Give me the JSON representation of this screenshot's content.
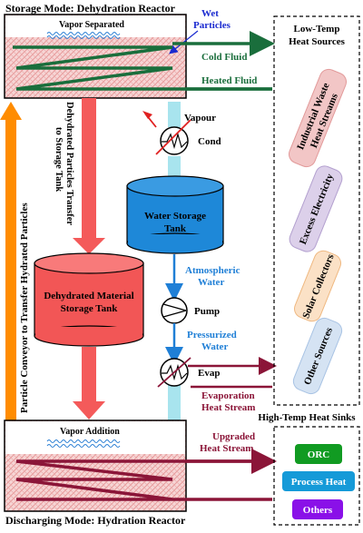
{
  "storage_reactor": {
    "title": "Storage Mode: Dehydration Reactor",
    "vapor_label": "Vapor Separated",
    "wet_particles_label_1": "Wet",
    "wet_particles_label_2": "Particles"
  },
  "hydration_reactor": {
    "title": "Discharging Mode: Hydration Reactor",
    "vapor_label": "Vapor Addition"
  },
  "fluids": {
    "cold_fluid": "Cold Fluid",
    "heated_fluid": "Heated Fluid"
  },
  "low_temp": {
    "title_1": "Low-Temp",
    "title_2": "Heat Sources",
    "sources": [
      {
        "l1": "Industrial Waste",
        "l2": "Heat Streams",
        "color": "#f2c6c6",
        "border": "#e29a9a"
      },
      {
        "l1": "Excess Electricity",
        "l2": "",
        "color": "#dcd0ea",
        "border": "#b3a0cf"
      },
      {
        "l1": "Solar Collectors",
        "l2": "",
        "color": "#fbe1c6",
        "border": "#efb880"
      },
      {
        "l1": "Other Sources",
        "l2": "",
        "color": "#d5e3f3",
        "border": "#a8c3e4"
      }
    ]
  },
  "high_temp": {
    "title": "High-Temp Heat Sinks",
    "sinks": [
      {
        "label": "ORC",
        "color": "#119b22"
      },
      {
        "label": "Process Heat",
        "color": "#159ad8"
      },
      {
        "label": "Others",
        "color": "#8a10e8"
      }
    ]
  },
  "conveyor_label": "Particle Conveyor to Transfer Hydrated Particles",
  "transfer_label_1": "Dehydrated Particles Transfer",
  "transfer_label_2": "to Storage Tank",
  "storage_tank": {
    "l1": "Dehydrated Material",
    "l2": "Storage Tank"
  },
  "water_tank": {
    "l1": "Water Storage",
    "l2": "Tank"
  },
  "components": {
    "vapour": "Vapour",
    "cond": "Cond",
    "pump": "Pump",
    "evap": "Evap"
  },
  "streams": {
    "atmospheric_1": "Atmospheric",
    "atmospheric_2": "Water",
    "pressurized_1": "Pressurized",
    "pressurized_2": "Water",
    "evaporation_1": "Evaporation",
    "evaporation_2": "Heat Stream",
    "upgraded_1": "Upgraded",
    "upgraded_2": "Heat Stream"
  },
  "colors": {
    "hx_green": "#1a6e3c",
    "dark_red": "#8b1538",
    "orange": "#ff8c00",
    "salmon": "#f45a5a",
    "cyan": "#a8e4ee",
    "blue": "#1f7fd6",
    "tank_blue": "#1e88d8",
    "tank_red": "#f25656",
    "vapor_blue": "#2b7fd4"
  }
}
